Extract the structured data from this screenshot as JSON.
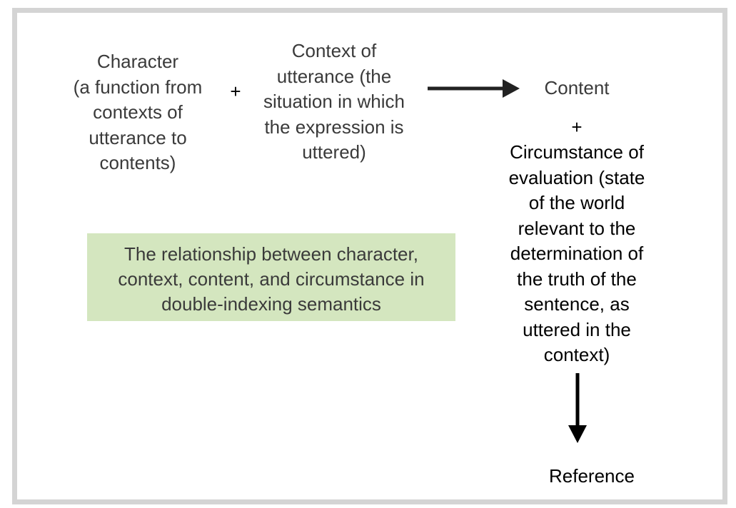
{
  "diagram": {
    "character": "Character\n(a function from\ncontexts of\nutterance to\ncontents)",
    "plus_1": "+",
    "context": "Context of\nutterance (the\nsituation in which\nthe expression is\nuttered)",
    "content": "Content",
    "plus_2": "+",
    "circumstance": "Circumstance of\nevaluation (state\nof the world\nrelevant to the\ndetermination of\nthe truth of the\nsentence, as\nuttered in the\ncontext)",
    "reference": "Reference",
    "caption": "The relationship between character,\ncontext, content, and circumstance in\ndouble-indexing semantics"
  },
  "colors": {
    "frame_border": "#d4d4d4",
    "caption_background": "#d4e6bf",
    "grey_text": "#3a3a3a",
    "arrow": "#222222"
  }
}
